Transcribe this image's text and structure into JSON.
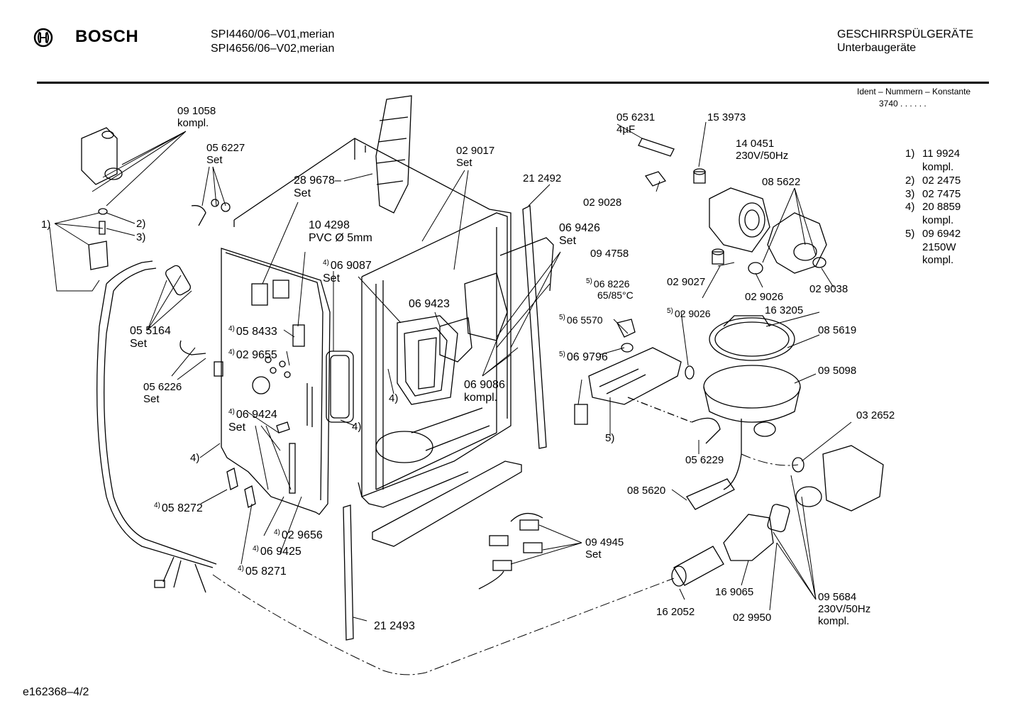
{
  "header": {
    "brand": "BOSCH",
    "models": [
      "SPI4460/06–V01,merian",
      "SPI4656/06–V02,merian"
    ],
    "category": "GESCHIRRSPÜLGERÄTE",
    "subcategory": "Unterbaugeräte",
    "ident_label": "Ident – Nummern – Konstante",
    "ident_value": "3740  .  .  .  .  .  ."
  },
  "footnotes": [
    {
      "num": "1)",
      "lines": [
        "11 9924",
        "kompl."
      ]
    },
    {
      "num": "2)",
      "lines": [
        "02 2475"
      ]
    },
    {
      "num": "3)",
      "lines": [
        "02 7475"
      ]
    },
    {
      "num": "4)",
      "lines": [
        "20 8859",
        "kompl."
      ]
    },
    {
      "num": "5)",
      "lines": [
        "09 6942",
        "2150W",
        "kompl."
      ]
    }
  ],
  "labels": [
    {
      "id": "p091058",
      "sup": "",
      "lines": [
        "09 1058",
        "kompl."
      ]
    },
    {
      "id": "p056227",
      "sup": "",
      "lines": [
        "05 6227",
        "Set"
      ]
    },
    {
      "id": "p289678",
      "sup": "",
      "lines": [
        "28 9678–",
        "Set"
      ]
    },
    {
      "id": "p104298",
      "sup": "",
      "lines": [
        "10 4298",
        "PVC Ø 5mm"
      ]
    },
    {
      "id": "p069087",
      "sup": "4)",
      "lines": [
        "06 9087",
        "Set"
      ]
    },
    {
      "id": "p029017",
      "sup": "",
      "lines": [
        "02 9017",
        "Set"
      ]
    },
    {
      "id": "p212492",
      "sup": "",
      "lines": [
        "21 2492"
      ]
    },
    {
      "id": "p069426",
      "sup": "",
      "lines": [
        "06 9426",
        "Set"
      ]
    },
    {
      "id": "p094758",
      "sup": "",
      "lines": [
        "09 4758"
      ]
    },
    {
      "id": "p056231",
      "sup": "",
      "lines": [
        "05 6231",
        "4µF"
      ]
    },
    {
      "id": "p153973",
      "sup": "",
      "lines": [
        "15 3973"
      ]
    },
    {
      "id": "p140451",
      "sup": "",
      "lines": [
        "14 0451",
        "230V/50Hz"
      ]
    },
    {
      "id": "p029028",
      "sup": "",
      "lines": [
        "02 9028"
      ]
    },
    {
      "id": "p085622",
      "sup": "",
      "lines": [
        "08 5622"
      ]
    },
    {
      "id": "p029027",
      "sup": "",
      "lines": [
        "02 9027"
      ]
    },
    {
      "id": "p029026b",
      "sup": "",
      "lines": [
        "02 9026"
      ]
    },
    {
      "id": "p029038",
      "sup": "",
      "lines": [
        "02 9038"
      ]
    },
    {
      "id": "p1a",
      "sup": "",
      "lines": [
        "1)"
      ]
    },
    {
      "id": "p2a",
      "sup": "",
      "lines": [
        "2)"
      ]
    },
    {
      "id": "p3a",
      "sup": "",
      "lines": [
        "3)"
      ]
    },
    {
      "id": "p055164",
      "sup": "",
      "lines": [
        "05 5164",
        "Set"
      ]
    },
    {
      "id": "p058433",
      "sup": "4)",
      "lines": [
        "05 8433"
      ]
    },
    {
      "id": "p029655",
      "sup": "4)",
      "lines": [
        "02 9655"
      ]
    },
    {
      "id": "p056226",
      "sup": "",
      "lines": [
        "05 6226",
        "Set"
      ]
    },
    {
      "id": "p069423",
      "sup": "",
      "lines": [
        "06 9423"
      ]
    },
    {
      "id": "p068226",
      "sup": "5)",
      "lines": [
        "06 8226",
        "65/85°C"
      ]
    },
    {
      "id": "p065570",
      "sup": "5)",
      "lines": [
        "06 5570"
      ]
    },
    {
      "id": "p029026",
      "sup": "5)",
      "lines": [
        "02 9026"
      ]
    },
    {
      "id": "p163205",
      "sup": "",
      "lines": [
        "16 3205"
      ]
    },
    {
      "id": "p085619",
      "sup": "",
      "lines": [
        "08 5619"
      ]
    },
    {
      "id": "p069796",
      "sup": "5)",
      "lines": [
        "06 9796"
      ]
    },
    {
      "id": "p095098",
      "sup": "",
      "lines": [
        "09 5098"
      ]
    },
    {
      "id": "p4a",
      "sup": "",
      "lines": [
        "4)"
      ]
    },
    {
      "id": "p069086",
      "sup": "",
      "lines": [
        "06 9086",
        "kompl."
      ]
    },
    {
      "id": "p069424",
      "sup": "4)",
      "lines": [
        "06 9424",
        "Set"
      ]
    },
    {
      "id": "p4b",
      "sup": "",
      "lines": [
        "4)"
      ]
    },
    {
      "id": "p4c",
      "sup": "",
      "lines": [
        "4)"
      ]
    },
    {
      "id": "p032652",
      "sup": "",
      "lines": [
        "03 2652"
      ]
    },
    {
      "id": "p5a",
      "sup": "",
      "lines": [
        "5)"
      ]
    },
    {
      "id": "p056229",
      "sup": "",
      "lines": [
        "05 6229"
      ]
    },
    {
      "id": "p058272",
      "sup": "4)",
      "lines": [
        "05 8272"
      ]
    },
    {
      "id": "p085620",
      "sup": "",
      "lines": [
        "08 5620"
      ]
    },
    {
      "id": "p029656",
      "sup": "4)",
      "lines": [
        "02 9656"
      ]
    },
    {
      "id": "p069425",
      "sup": "4)",
      "lines": [
        "06 9425"
      ]
    },
    {
      "id": "p094945",
      "sup": "",
      "lines": [
        "09 4945",
        "Set"
      ]
    },
    {
      "id": "p058271",
      "sup": "4)",
      "lines": [
        "05 8271"
      ]
    },
    {
      "id": "p169065",
      "sup": "",
      "lines": [
        "16 9065"
      ]
    },
    {
      "id": "p095684",
      "sup": "",
      "lines": [
        "09 5684",
        "230V/50Hz",
        "kompl."
      ]
    },
    {
      "id": "p162052",
      "sup": "",
      "lines": [
        "16 2052"
      ]
    },
    {
      "id": "p029950",
      "sup": "",
      "lines": [
        "02 9950"
      ]
    },
    {
      "id": "p212493",
      "sup": "",
      "lines": [
        "21 2493"
      ]
    }
  ],
  "footer": {
    "doc_id": "e162368–4/2"
  }
}
